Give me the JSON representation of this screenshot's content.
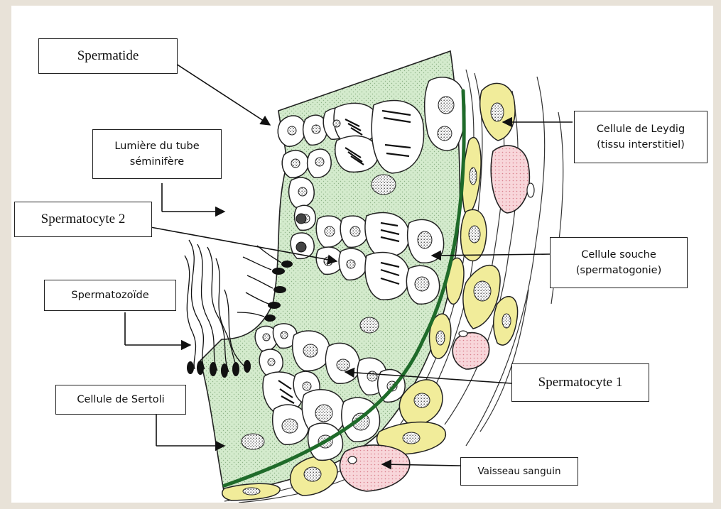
{
  "labels": {
    "spermatide": "Spermatide",
    "lumiere_line1": "Lumière du tube",
    "lumiere_line2": "séminifère",
    "spermatocyte2": "Spermatocyte 2",
    "spermatozoide": "Spermatozoïde",
    "sertoli": "Cellule de Sertoli",
    "leydig_line1": "Cellule de Leydig",
    "leydig_line2": "(tissu interstitiel)",
    "souche_line1": "Cellule souche",
    "souche_line2": "(spermatogonie)",
    "spermatocyte1": "Spermatocyte 1",
    "vaisseau": "Vaisseau sanguin"
  },
  "colors": {
    "tubule_fill": "#cfe8c8",
    "leydig_fill": "#f2ee9a",
    "vessel_fill": "#f6d0d4",
    "basement_membrane": "#1f6b2a",
    "background": "#e8e2d8"
  }
}
